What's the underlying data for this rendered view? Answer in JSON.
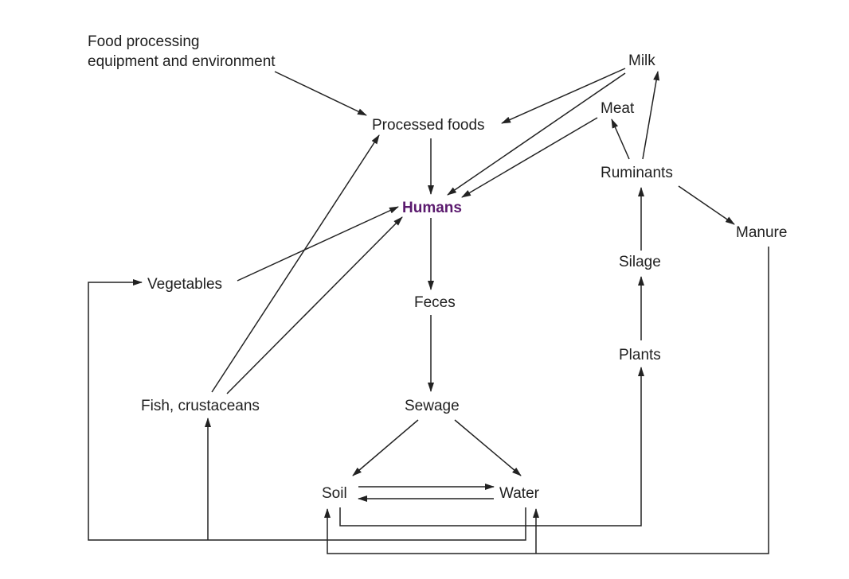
{
  "nodes": {
    "food_processing_line1": "Food processing",
    "food_processing_line2": "equipment and environment",
    "processed_foods": "Processed foods",
    "milk": "Milk",
    "meat": "Meat",
    "ruminants": "Ruminants",
    "humans": "Humans",
    "manure": "Manure",
    "silage": "Silage",
    "vegetables": "Vegetables",
    "feces": "Feces",
    "plants": "Plants",
    "fish_crustaceans": "Fish, crustaceans",
    "sewage": "Sewage",
    "soil": "Soil",
    "water": "Water"
  },
  "colors": {
    "center_node": "#5b1a6e",
    "text": "#1f1f1f",
    "arrow": "#222222"
  }
}
